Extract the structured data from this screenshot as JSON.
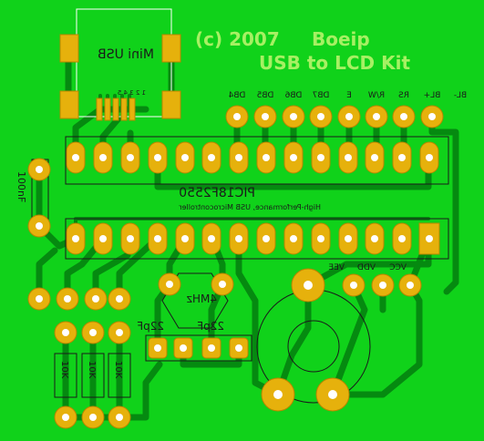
{
  "copyright_text": "(c) 2007",
  "author_text": "Boeip",
  "kit_title": "USB to LCD Kit",
  "usb": {
    "label": "Mini USB",
    "pins": "1 2 3 4 5"
  },
  "mcu": {
    "part": "PIC18F2550",
    "description": "High-Performance, USB Microcontroller"
  },
  "lcd_header_labels": [
    "DB4",
    "DB5",
    "DB6",
    "DB7",
    "E",
    "R/W",
    "RS",
    "BL+",
    "BL-"
  ],
  "power_labels": [
    "VCC",
    "VDD",
    "VEE"
  ],
  "crystal_label": "4MHz",
  "caps": [
    "22pF",
    "22pF"
  ],
  "cap_left_label": "100nF",
  "resistors": [
    "10K",
    "10K",
    "10K"
  ],
  "colors": {
    "board": "#10d21a",
    "trace": "#058a10",
    "pad": "#e6b10c",
    "silk": "#a7f063"
  }
}
